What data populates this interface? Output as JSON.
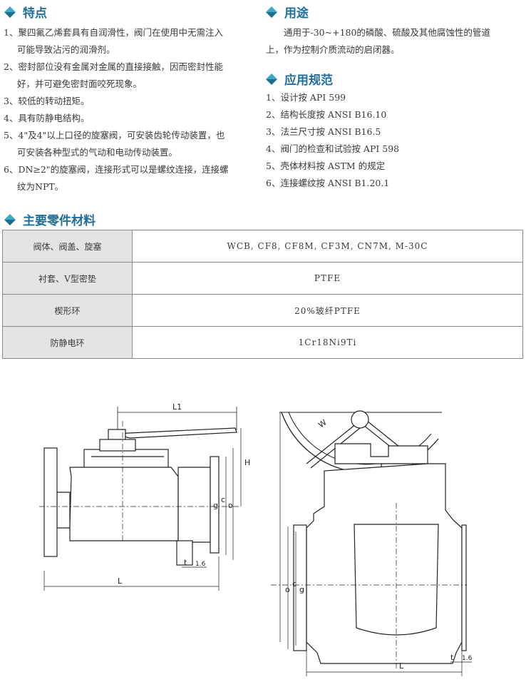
{
  "features": {
    "title": "特点",
    "items": [
      {
        "text": "1、聚四氟乙烯套具有自润滑性，阀门在使用中无需注入",
        "cont": "可能导致沾污的润滑剂。"
      },
      {
        "text": "2、密封部位没有金属对金属的直接接触，因而密封性能",
        "cont": "好，并可避免密封面咬死现象。"
      },
      {
        "text": "3、较低的转动扭矩。",
        "cont": ""
      },
      {
        "text": "4、具有防静电结构。",
        "cont": ""
      },
      {
        "text": "5、4\"及4\"以上口径的旋塞阀，可安装齿轮传动装置，也",
        "cont": "可安装各种型式的气动和电动传动装置。"
      },
      {
        "text": "6、DN≥2\"的旋塞阀，连接形式可以是螺纹连接，连接螺",
        "cont": "纹为NPT。"
      }
    ]
  },
  "usage": {
    "title": "用途",
    "line1": "通用于-30~+180的磷酸、硫酸及其他腐蚀性的管道",
    "line2": "上，作为控制介质流动的启闭器。"
  },
  "standards": {
    "title": "应用规范",
    "items": [
      "1、设计按 API 599",
      "2、结构长度按 ANSI B16.10",
      "3、法兰尺寸按 ANSI B16.5",
      "4、阀门的检查和试验按 API 598",
      "5、壳体材料按 ASTM 的规定",
      "6、连接螺纹按 ANSI B1.20.1"
    ]
  },
  "materials": {
    "title": "主要零件材料",
    "rows": [
      {
        "part": "阀体、阀盖、旋塞",
        "material": "WCB, CF8, CF8M, CF3M, CN7M, M-30C"
      },
      {
        "part": "衬套、V型密垫",
        "material": "PTFE"
      },
      {
        "part": "楔形环",
        "material": "20%玻纤PTFE"
      },
      {
        "part": "防静电环",
        "material": "1Cr18Ni9Ti"
      }
    ]
  },
  "drawings": {
    "left": {
      "l1": "L1",
      "h": "H",
      "g": "g",
      "c": "c",
      "o": "o",
      "t": "t",
      "roughness": "1.6",
      "l": "L"
    },
    "right": {
      "w": "W",
      "o": "o",
      "c": "c",
      "g": "g",
      "t": "t",
      "roughness": "1.6",
      "l": "L"
    }
  },
  "colors": {
    "accent": "#1f6f9a",
    "diamond_top": "#3fa9c9",
    "diamond_bottom": "#1b6f8f",
    "table_label_bg": "#e4e4e4"
  }
}
